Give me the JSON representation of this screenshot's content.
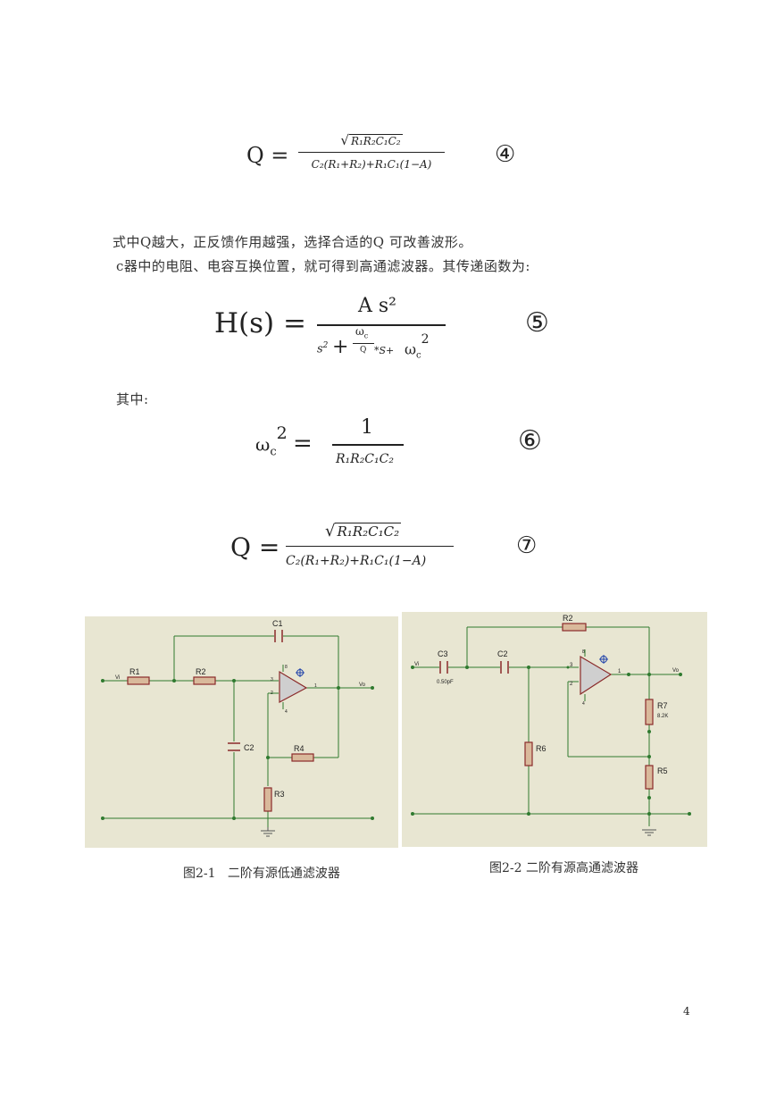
{
  "eq4": {
    "lhs": "Q =",
    "num_vars": [
      "R₁R₂C₁C₂"
    ],
    "den": "C₂(R₁+R₂)+R₁C₁(1−A)",
    "marker": "④"
  },
  "text": {
    "line1": "式中Q越大，正反馈作用越强，选择合适的Q 可改善波形。",
    "line2": "c器中的电阻、电容互换位置，就可得到高通滤波器。其传递函数为:"
  },
  "eq5": {
    "lhs": "H(s) =",
    "num": "A s²",
    "marker": "⑤"
  },
  "qizhong": "其中:",
  "eq6": {
    "num": "1",
    "den": "R₁R₂C₁C₂",
    "marker": "⑥"
  },
  "eq7": {
    "lhs": "Q =",
    "den": "C₂(R₁+R₂)+R₁C₁(1−A)",
    "marker": "⑦"
  },
  "figure1": {
    "caption": "图2-1   二阶有源低通滤波器",
    "labels": {
      "c1": "C1",
      "r1": "R1",
      "r2": "R2",
      "c2": "C2",
      "r4": "R4",
      "r3": "R3",
      "vi": "Vi",
      "vo": "Vo",
      "p3": "3",
      "p2": "2",
      "p1": "1",
      "p8": "8",
      "p4": "4"
    }
  },
  "figure2": {
    "caption": "图2-2 二阶有源高通滤波器",
    "labels": {
      "r2": "R2",
      "c3": "C3",
      "c3val": "0.50pF",
      "c2": "C2",
      "r6": "R6",
      "r7": "R7",
      "r7val": "8.2K",
      "r5": "R5",
      "vi": "Vi",
      "vo": "Vo",
      "p3": "3",
      "p2": "2",
      "p1": "1",
      "p8": "8",
      "p4": "4"
    }
  },
  "page_number": "4"
}
